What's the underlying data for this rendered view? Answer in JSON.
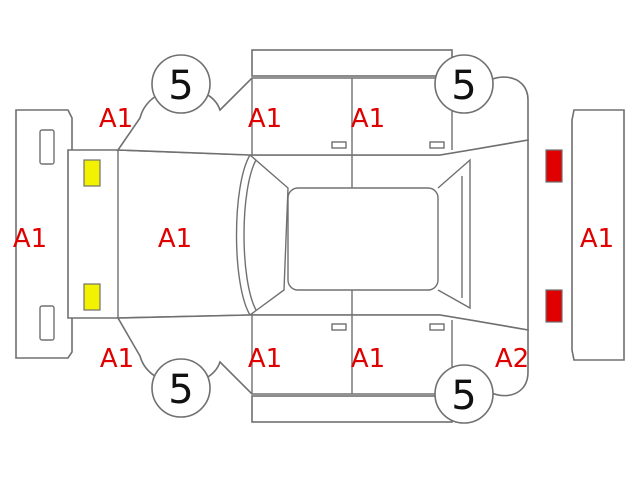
{
  "inspection_marks": {
    "front_bumper": "A1",
    "hood": "A1",
    "rear_bumper": "A1",
    "front_left_fender": "A1",
    "front_left_door": "A1",
    "rear_left_door": "A1",
    "front_right_fender": "A1",
    "front_right_door": "A1",
    "rear_right_door": "A1",
    "rear_right_quarter": "A2"
  },
  "tires": {
    "front_left": "5",
    "rear_left": "5",
    "front_right": "5",
    "rear_right": "5"
  },
  "colors": {
    "damage_code": "#e00000",
    "headlight": "#f2f200",
    "taillight": "#e00000",
    "outline": "#707070"
  }
}
